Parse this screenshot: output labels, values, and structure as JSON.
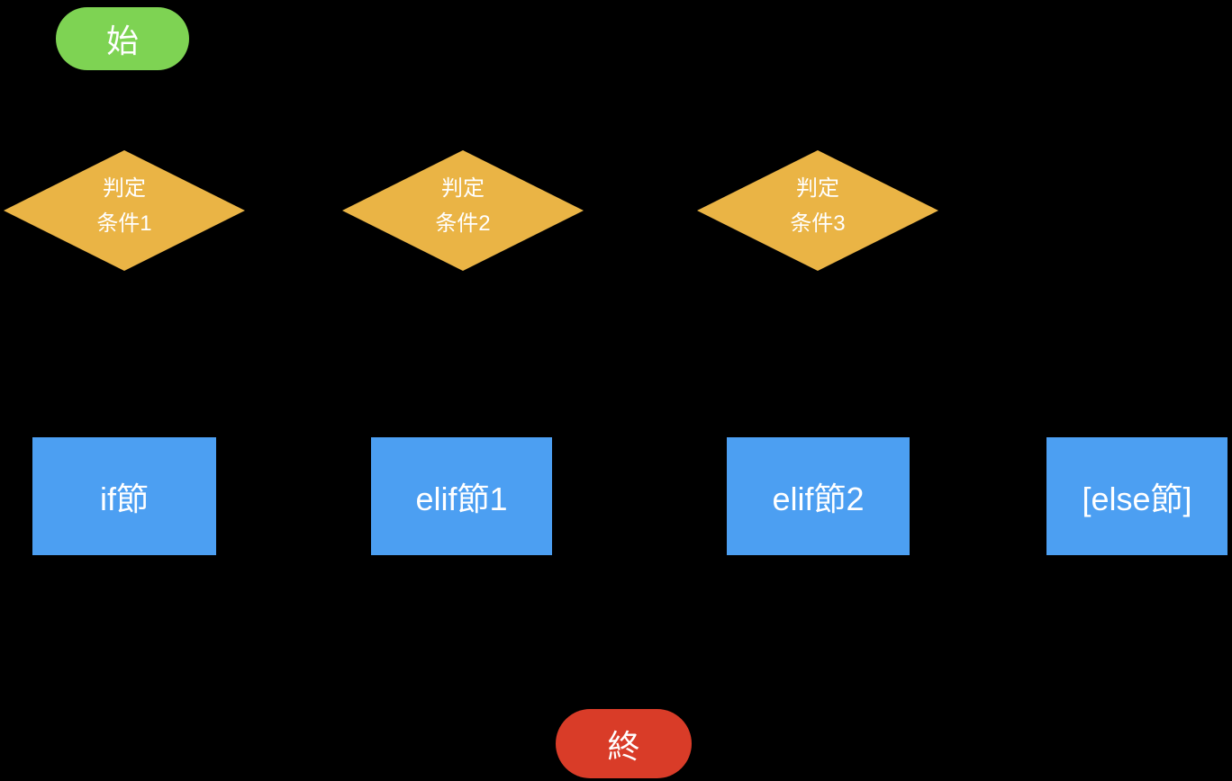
{
  "colors": {
    "background": "#000000",
    "start-fill": "#7ED353",
    "decision-fill": "#EAB445",
    "process-fill": "#4C9FF2",
    "end-fill": "#D93C28",
    "text": "#FFFFFF"
  },
  "flowchart": {
    "start": {
      "label": "始"
    },
    "decisions": [
      {
        "line1": "判定",
        "line2": "条件1"
      },
      {
        "line1": "判定",
        "line2": "条件2"
      },
      {
        "line1": "判定",
        "line2": "条件3"
      }
    ],
    "processes": [
      {
        "label": "if節"
      },
      {
        "label": "elif節1"
      },
      {
        "label": "elif節2"
      },
      {
        "label": "[else節]"
      }
    ],
    "end": {
      "label": "終"
    }
  }
}
